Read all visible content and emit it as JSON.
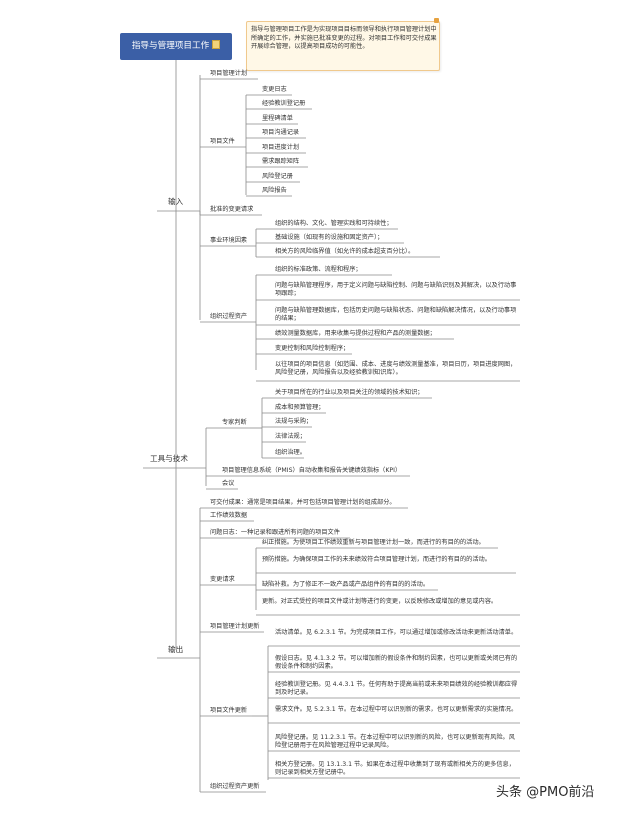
{
  "root": {
    "label": "指导与管理项目工作",
    "note": "指导与管理项目工作是为实现项目目标而领导和执行项目管理计划中所确定的工作，并实施已批准变更的过程。对项目工作和可交付成果开展综合管理，以提高项目成功的可能性。"
  },
  "input": {
    "label": "输入",
    "pm_plan": "项目管理计划",
    "project_docs": {
      "label": "项目文件",
      "items": [
        "变更日志",
        "经验教训登记册",
        "里程碑清单",
        "项目沟通记录",
        "项目进度计划",
        "需求跟踪矩阵",
        "风险登记册",
        "风险报告"
      ]
    },
    "approved_changes": "批准的变更请求",
    "eef": {
      "label": "事业环境因素",
      "items": [
        "组织的结构、文化、管理实践和可持续性；",
        "基础设施（如现有的设施和固定资产）；",
        "相关方的风险临界值（如允许的成本超支百分比）。"
      ]
    },
    "opa": {
      "label": "组织过程资产",
      "items": [
        "组织的标准政策、流程和程序；",
        "问题与缺陷管理程序，用于定义问题与缺陷控制、问题与缺陷识别及其解决，以及行动事项跟踪；",
        "问题与缺陷管理数据库，包括历史问题与缺陷状态、问题和缺陷解决情况，以及行动事项的结果；",
        "绩效测量数据库，用来收集与提供过程和产品的测量数据；",
        "变更控制和风险控制程序；",
        "以往项目的项目信息（如范围、成本、进度与绩效测量基准，项目日历，项目进度网图，风险登记册，风险报告以及经验教训知识库）。"
      ]
    }
  },
  "tools": {
    "label": "工具与技术",
    "expert": {
      "label": "专家判断",
      "items": [
        "关于项目所在的行业以及项目关注的领域的技术知识；",
        "成本和预算管理；",
        "法规与采购；",
        "法律法规；",
        "组织治理。"
      ]
    },
    "pmis": "项目管理信息系统（PMIS）自动收集和报告关键绩效指标（KPI）",
    "meetings": "会议"
  },
  "output": {
    "label": "输出",
    "deliverables": "可交付成果：通常是项目结果，并可包括项目管理计划的组成部分。",
    "wpd": "工作绩效数据",
    "issue_log": "问题日志：一种记录和跟进所有问题的项目文件",
    "change_requests": {
      "label": "变更请求",
      "items": [
        "纠正措施。为使项目工作绩效重新与项目管理计划一致，而进行的有目的的活动。",
        "预防措施。为确保项目工作的未来绩效符合项目管理计划，而进行的有目的的活动。",
        "缺陷补救。为了修正不一致产品或产品组件的有目的的活动。",
        "更新。对正式受控的项目文件或计划等进行的变更，以反映修改或增加的意见或内容。"
      ]
    },
    "pm_plan_updates": "项目管理计划更新",
    "doc_updates": {
      "label": "项目文件更新",
      "items": [
        "活动清单。见 6.2.3.1 节。为完成项目工作，可以通过增加或修改活动来更新活动清单。",
        "假设日志。见 4.1.3.2 节。可以增加新的假设条件和制约因素，也可以更新或关闭已有的假设条件和制约因素。",
        "经验教训登记册。见 4.4.3.1 节。任何有助于提高当前或未来项目绩效的经验教训都应得到及时记录。",
        "需求文件。见 5.2.3.1 节。在本过程中可以识别新的需求，也可以更新需求的实施情况。",
        "风险登记册。见 11.2.3.1 节。在本过程中可以识别新的风险，也可以更新现有风险。风险登记册用于在风险管理过程中记录风险。",
        "相关方登记册。见 13.1.3.1 节。如果在本过程中收集到了现有或新相关方的更多信息，则记录到相关方登记册中。"
      ]
    },
    "opa_updates": "组织过程资产更新"
  },
  "watermark": "头条 @PMO前沿",
  "colors": {
    "root_fill": "#3b5fa6",
    "line": "#8a8a8a",
    "note_fill": "#fff8e7",
    "note_border": "#f0c98d"
  }
}
